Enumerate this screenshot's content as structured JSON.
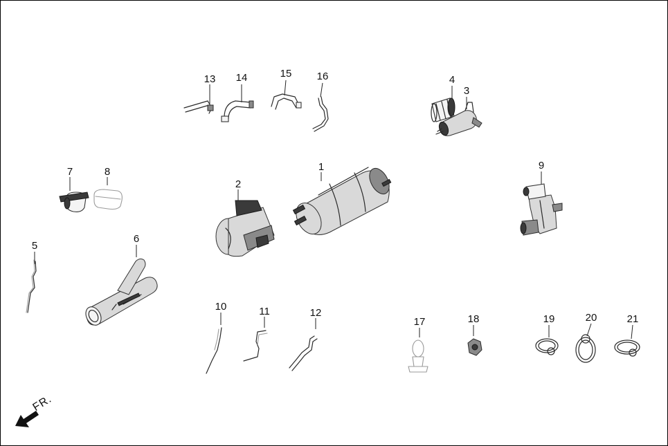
{
  "callouts": [
    {
      "id": "1",
      "label": "1",
      "part": "charcoal-canister"
    },
    {
      "id": "2",
      "label": "2",
      "part": "canister-bracket"
    },
    {
      "id": "3",
      "label": "3",
      "part": "filter-assembly"
    },
    {
      "id": "4",
      "label": "4",
      "part": "filter-screen"
    },
    {
      "id": "5",
      "label": "5",
      "part": "wire-hose"
    },
    {
      "id": "6",
      "label": "6",
      "part": "y-pipe"
    },
    {
      "id": "7",
      "label": "7",
      "part": "clamp"
    },
    {
      "id": "8",
      "label": "8",
      "part": "band"
    },
    {
      "id": "9",
      "label": "9",
      "part": "solenoid-valve"
    },
    {
      "id": "10",
      "label": "10",
      "part": "hose"
    },
    {
      "id": "11",
      "label": "11",
      "part": "hose"
    },
    {
      "id": "12",
      "label": "12",
      "part": "hose"
    },
    {
      "id": "13",
      "label": "13",
      "part": "hose"
    },
    {
      "id": "14",
      "label": "14",
      "part": "hose"
    },
    {
      "id": "15",
      "label": "15",
      "part": "hose"
    },
    {
      "id": "16",
      "label": "16",
      "part": "hose"
    },
    {
      "id": "17",
      "label": "17",
      "part": "push-clip"
    },
    {
      "id": "18",
      "label": "18",
      "part": "nut"
    },
    {
      "id": "19",
      "label": "19",
      "part": "hose-clip"
    },
    {
      "id": "20",
      "label": "20",
      "part": "hose-clip"
    },
    {
      "id": "21",
      "label": "21",
      "part": "hose-clip"
    }
  ],
  "direction": {
    "text": "FR.",
    "icon": "arrow-icon"
  }
}
